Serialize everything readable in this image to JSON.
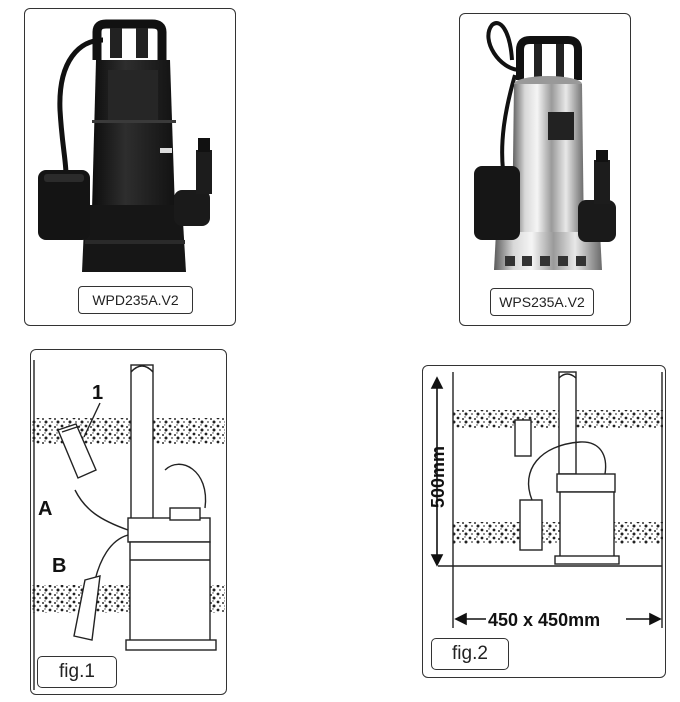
{
  "products": [
    {
      "model": "WPD235A.V2",
      "finish": "black plastic"
    },
    {
      "model": "WPS235A.V2",
      "finish": "stainless steel"
    }
  ],
  "figures": {
    "fig1": {
      "caption": "fig.1",
      "callouts": {
        "one": "1",
        "a": "A",
        "b": "B"
      }
    },
    "fig2": {
      "caption": "fig.2",
      "height_dimension": "500mm",
      "area_dimension": "450 x 450mm"
    }
  },
  "colors": {
    "border": "#333333",
    "pump_black": "#1c1c1c",
    "steel_light": "#e6e6e6",
    "steel_dark": "#6e6e6e"
  }
}
